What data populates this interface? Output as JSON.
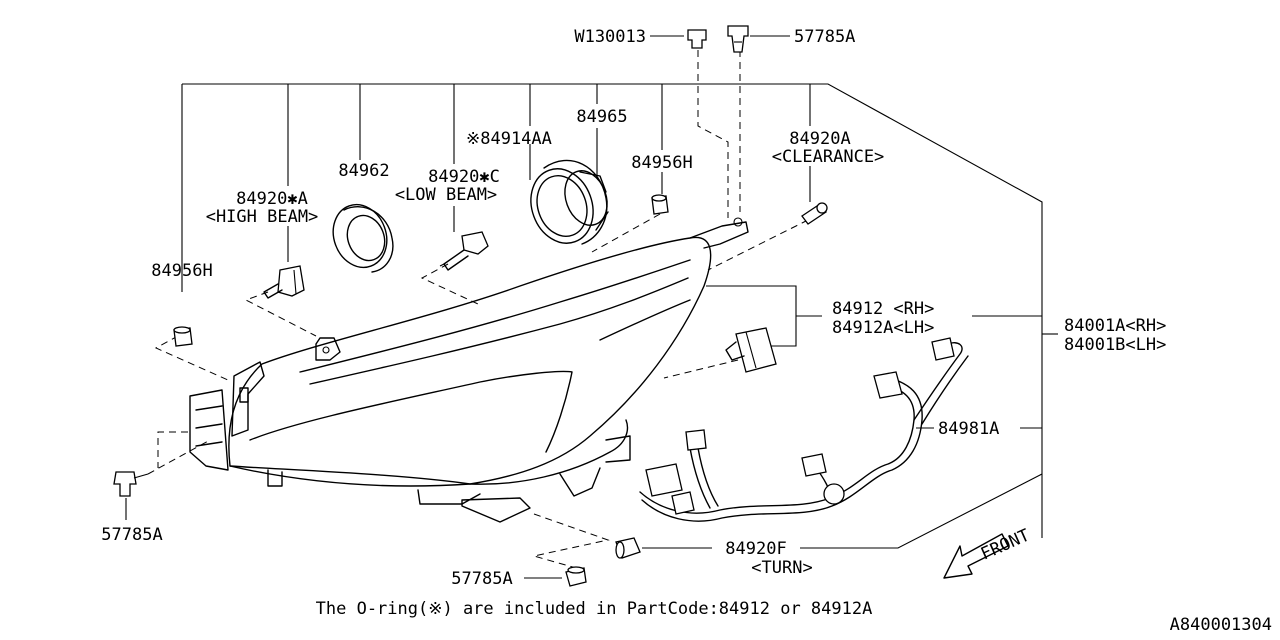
{
  "labels": {
    "w130013": "W130013",
    "clip_top": "57785A",
    "bulb_clearance_no": "84920A",
    "bulb_clearance_name": "<CLEARANCE>",
    "oring_no": "※84914AA",
    "cover_no": "84965",
    "cap_right_no": "84956H",
    "cap_left_no": "84956H",
    "ring_no": "84962",
    "bulb_low_no": "84920✱C",
    "bulb_low_name": "<LOW BEAM>",
    "bulb_high_no": "84920✱A",
    "bulb_high_name": "<HIGH BEAM>",
    "unit_rh": "84912 <RH>",
    "unit_lh": "84912A<LH>",
    "assy_rh": "84001A<RH>",
    "assy_lh": "84001B<LH>",
    "harness_no": "84981A",
    "clip_left": "57785A",
    "bulb_turn_no": "84920F",
    "bulb_turn_name": "<TURN>",
    "clip_bottom": "57785A",
    "front": "FRONT",
    "footnote": "The O-ring(※) are included in PartCode:84912 or 84912A",
    "diagram_code": "A840001304"
  }
}
